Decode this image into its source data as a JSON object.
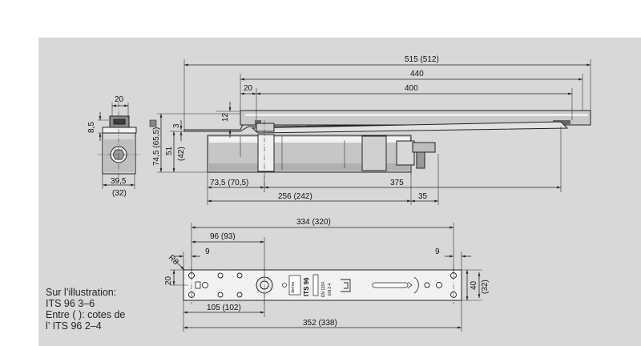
{
  "colors": {
    "panel": "#d8d8d8",
    "part_light": "#f4f4f4",
    "part_mid": "#b9b9b9",
    "part_dark": "#5a5a5a",
    "line": "#222222"
  },
  "dimensions": {
    "total_rail": "515 (512)",
    "rail_440": "440",
    "rail_offset": "20",
    "rail_400": "400",
    "rail_thickness": "12",
    "body_height_65": "74,5 (65,5)",
    "body_height_51": "51",
    "body_height_42": "(42)",
    "offset_3": "3",
    "body_offset": "73,5 (70,5)",
    "body_length": "256 (242)",
    "arm_375": "375",
    "arm_35": "35",
    "side_width_20": "20",
    "side_height_85": "8,5",
    "side_width_395": "39,5",
    "side_width_32": "(32)",
    "plate_334": "334 (320)",
    "plate_96": "96 (93)",
    "plate_r8": "R8",
    "plate_9_left": "9",
    "plate_9_right": "9",
    "plate_20": "20",
    "plate_40": "40",
    "plate_32": "(32)",
    "plate_105": "105 (102)",
    "plate_352": "352 (338)"
  },
  "plate_labels": {
    "brand": "dorma",
    "model": "ITS 96",
    "en_1": "EN 1154",
    "en_2": "EN 2-4"
  },
  "caption": {
    "line1": "Sur l’illustration:",
    "line2": "ITS 96 3–6",
    "line3": "Entre ( ): cotes de",
    "line4": "l’ ITS 96 2–4"
  }
}
